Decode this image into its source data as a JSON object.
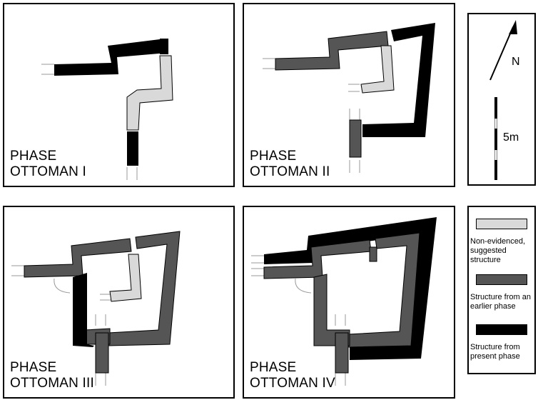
{
  "panels": [
    {
      "label_line1": "PHASE",
      "label_line2": "OTTOMAN I"
    },
    {
      "label_line1": "PHASE",
      "label_line2": "OTTOMAN II"
    },
    {
      "label_line1": "PHASE",
      "label_line2": "OTTOMAN III"
    },
    {
      "label_line1": "PHASE",
      "label_line2": "OTTOMAN IV"
    }
  ],
  "north_arrow": {
    "label": "N"
  },
  "scale_bar": {
    "label": "5m"
  },
  "legend": [
    {
      "text": "Non-evidenced, suggested structure",
      "color": "#d9d9d9"
    },
    {
      "text": "Structure from an earlier phase",
      "color": "#555555"
    },
    {
      "text": "Structure from present phase",
      "color": "#000000"
    }
  ],
  "colors": {
    "suggested": "#d9d9d9",
    "earlier": "#555555",
    "present": "#000000"
  }
}
